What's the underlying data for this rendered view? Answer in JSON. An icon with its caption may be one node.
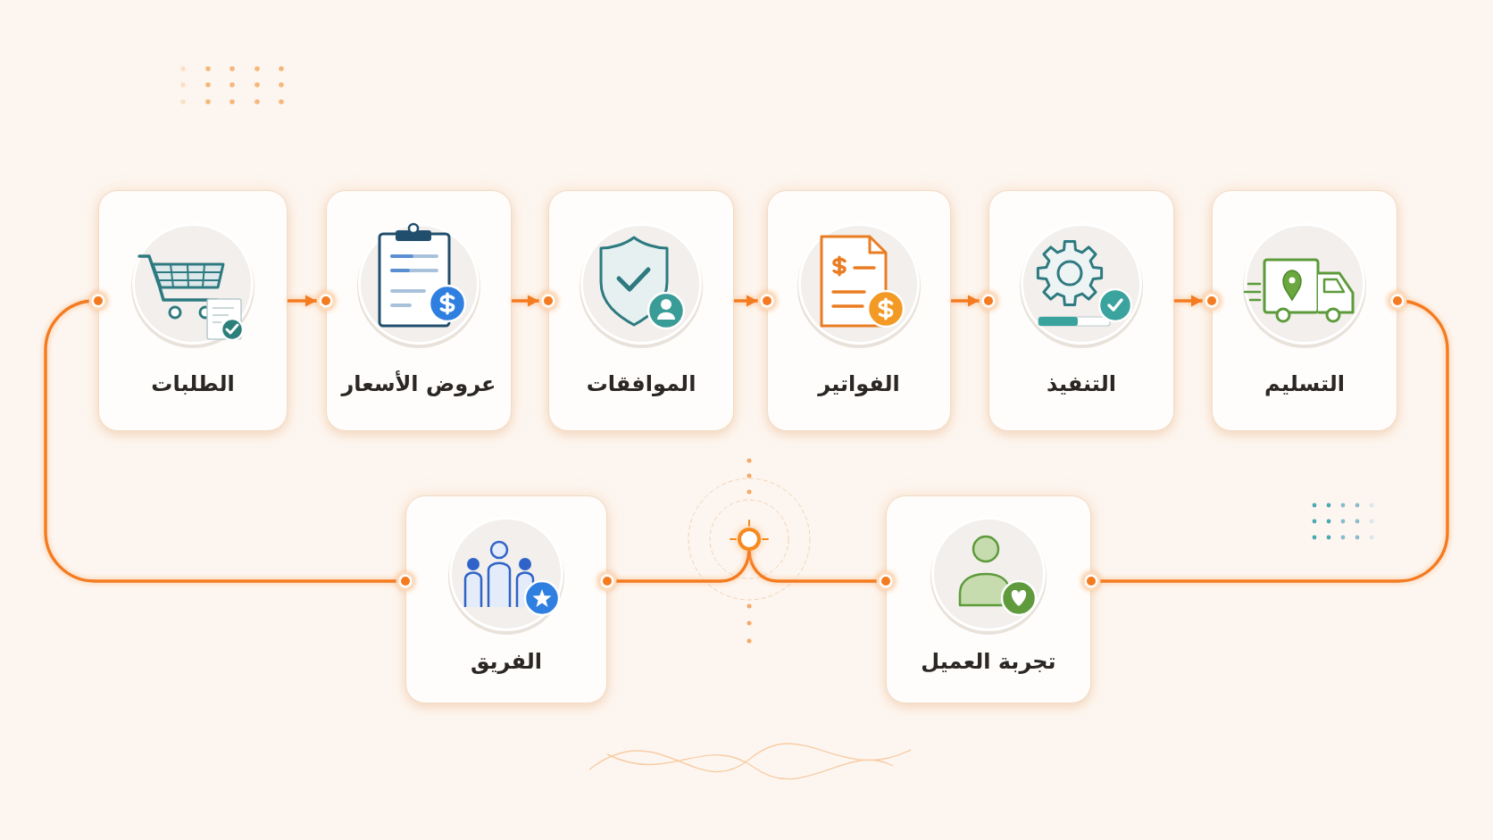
{
  "diagram": {
    "nodes": [
      {
        "text": [
          "الطلبات"
        ]
      },
      {
        "text": [
          "عروض الأسعار"
        ]
      },
      {
        "text": [
          "الموافقات"
        ]
      },
      {
        "text": [
          "الفواتير"
        ]
      },
      {
        "text": [
          "التنفيذ"
        ]
      },
      {
        "text": [
          "التسليم"
        ]
      },
      {
        "text": [
          "الفريق"
        ]
      },
      {
        "text": [],
        "shape": "circle"
      },
      {
        "text": [
          "تجربة العميل"
        ]
      }
    ],
    "edges": [
      {
        "from": 0,
        "to": 1,
        "arrow": "to"
      },
      {
        "from": 1,
        "to": 2,
        "arrow": "to"
      },
      {
        "from": 2,
        "to": 3,
        "arrow": "to"
      },
      {
        "from": 3,
        "to": 4,
        "arrow": "to"
      },
      {
        "from": 4,
        "to": 5,
        "arrow": "to"
      },
      {
        "from": 5,
        "to": 8,
        "arrow": "other"
      },
      {
        "from": 8,
        "to": 7,
        "arrow": "other"
      },
      {
        "from": 7,
        "to": 6,
        "arrow": "other"
      },
      {
        "from": 6,
        "to": 0,
        "arrow": "other"
      }
    ]
  }
}
